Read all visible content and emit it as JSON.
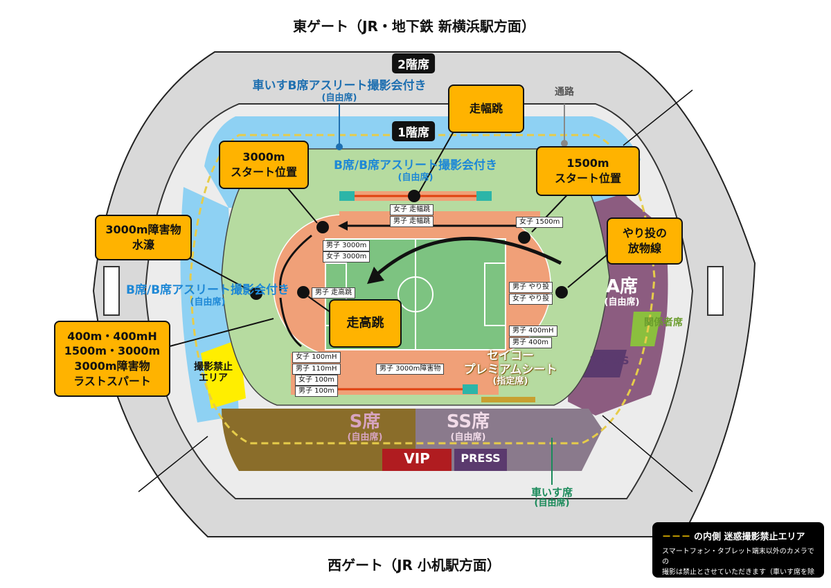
{
  "gates": {
    "east": "東ゲート（JR・地下鉄 新横浜駅方面）",
    "west": "西ゲート（JR 小机駅方面）"
  },
  "floors": {
    "second": "2階席",
    "first": "1階席"
  },
  "sections": {
    "b_upper": {
      "name": "車いすB席アスリート撮影会付き",
      "sub": "(自由席)"
    },
    "b_north": {
      "name": "B席/B席アスリート撮影会付き",
      "sub": "(自由席)"
    },
    "b_west": {
      "name": "B席/B席アスリート撮影会付き",
      "sub": "(自由席)"
    },
    "passage": "通路",
    "a": {
      "name": "A席",
      "sub": "(自由席)"
    },
    "kankei": "関係者席",
    "press_right": "PRESS",
    "press_bottom": "PRESS",
    "vip": "VIP",
    "s": {
      "name": "S席",
      "sub": "(自由席)"
    },
    "ss": {
      "name": "SS席",
      "sub": "(自由席)"
    },
    "seiko": {
      "line1": "セイコー",
      "line2": "プレミアムシート",
      "sub": "(指定席)"
    },
    "no_photo": {
      "line1": "撮影禁止",
      "line2": "エリア"
    },
    "wheelchair": {
      "name": "車いす席",
      "sub": "(自由席)"
    }
  },
  "callouts": {
    "long_jump": "走幅跳",
    "start_3000": [
      "3000m",
      "スタート位置"
    ],
    "start_1500": [
      "1500m",
      "スタート位置"
    ],
    "steeple_pit": [
      "3000m障害物",
      "水濠"
    ],
    "javelin": [
      "やり投の",
      "放物線"
    ],
    "high_jump": "走高跳",
    "last_spurt": [
      "400m・400mH",
      "1500m・3000m",
      "3000m障害物",
      "ラストスパート"
    ]
  },
  "events": {
    "w_long_jump": "女子 走幅跳",
    "m_long_jump": "男子 走幅跳",
    "w_1500": "女子 1500m",
    "m_3000": "男子 3000m",
    "w_3000": "女子 3000m",
    "m_high_jump": "男子 走高跳",
    "m_javelin": "男子 やり投",
    "w_javelin": "女子 やり投",
    "m_400h": "男子 400mH",
    "m_400": "男子 400m",
    "w_100h": "女子 100mH",
    "m_110h": "男子 110mH",
    "w_100": "女子 100m",
    "m_100": "男子 100m",
    "m_3000sc": "男子 3000m障害物"
  },
  "legend": {
    "dash": "－－－",
    "title": "の内側 迷惑撮影禁止エリア",
    "note1": "スマートフォン・タブレット端末以外のカメラでの",
    "note2": "撮影は禁止とさせていただきます（車いす席を除く）"
  },
  "colors": {
    "callout": "#ffb300",
    "b_seat": "#8ed1f3",
    "a_seat": "#8c5c80",
    "s_seat": "#8a6d2a",
    "ss_seat": "#8a7a8c",
    "vip": "#b01c20",
    "press": "#5b3a6e",
    "kankei": "#8bbf3e",
    "no_photo": "#ffee00",
    "track": "#f0a078",
    "field": "#7dc381",
    "infield": "#b6dba0",
    "outer": "#d9d9d9",
    "dashed_line": "#e6cc4a"
  }
}
